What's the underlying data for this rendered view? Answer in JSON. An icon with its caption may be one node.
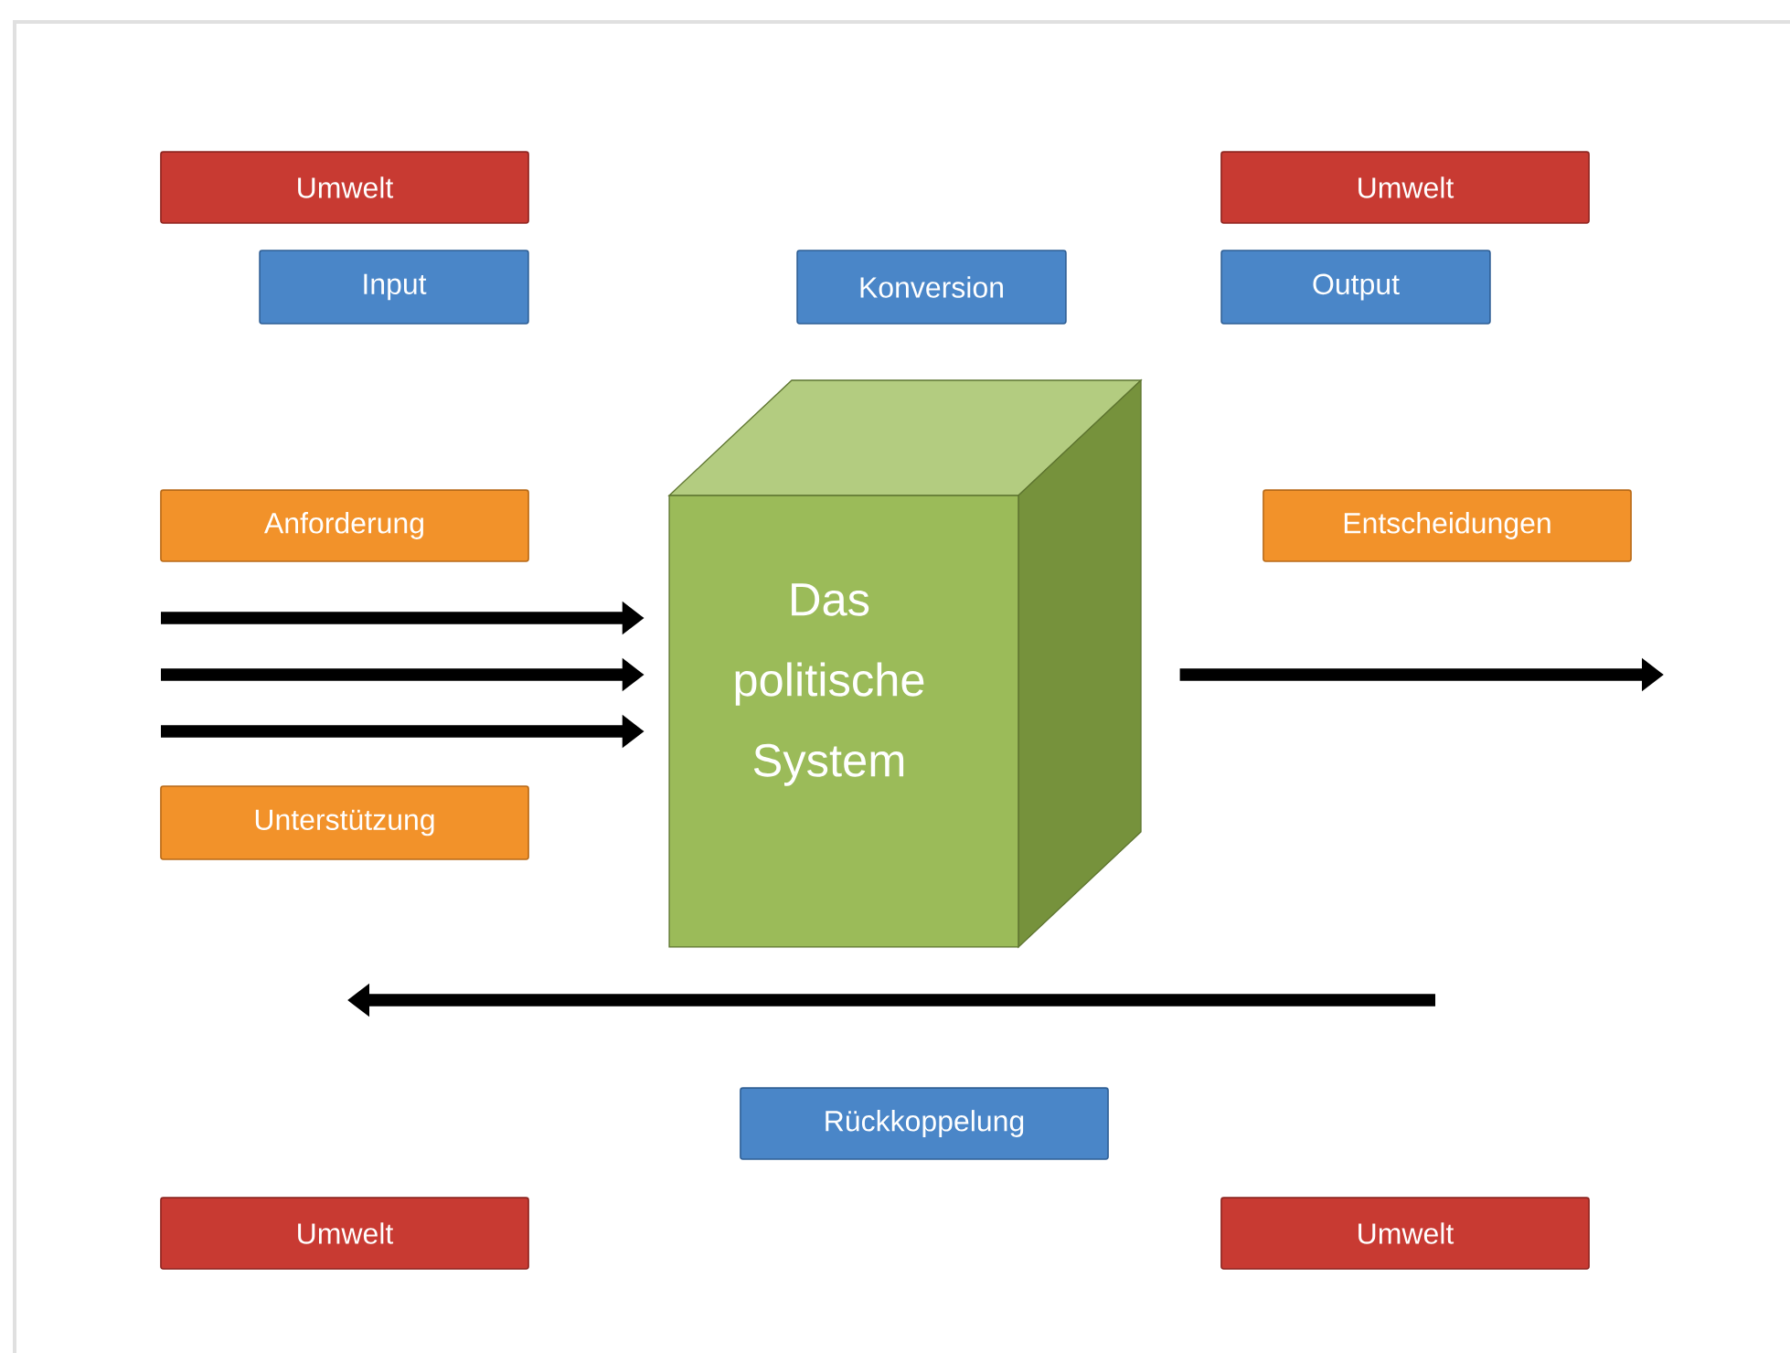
{
  "diagram": {
    "nodes": [
      {
        "text": [
          "Umwelt"
        ]
      },
      {
        "text": [
          "Umwelt"
        ]
      },
      {
        "text": [
          "Input"
        ]
      },
      {
        "text": [
          "Konversion"
        ]
      },
      {
        "text": [
          "Output"
        ]
      },
      {
        "text": [
          "Anforderung"
        ]
      },
      {
        "text": [
          "Das politische System"
        ]
      },
      {
        "text": [
          "Entscheidungen"
        ]
      },
      {
        "text": [
          "Unterstützung"
        ]
      },
      {
        "text": [
          "Rückkoppelung"
        ]
      },
      {
        "text": [
          "Umwelt"
        ]
      },
      {
        "text": [
          "Umwelt"
        ]
      }
    ],
    "edges": [
      {
        "from": null,
        "to": 6,
        "arrow": "to"
      },
      {
        "from": null,
        "to": 6,
        "arrow": "to"
      },
      {
        "from": null,
        "to": 6,
        "arrow": "to"
      },
      {
        "from": 6,
        "to": null,
        "arrow": "to"
      }
    ]
  }
}
